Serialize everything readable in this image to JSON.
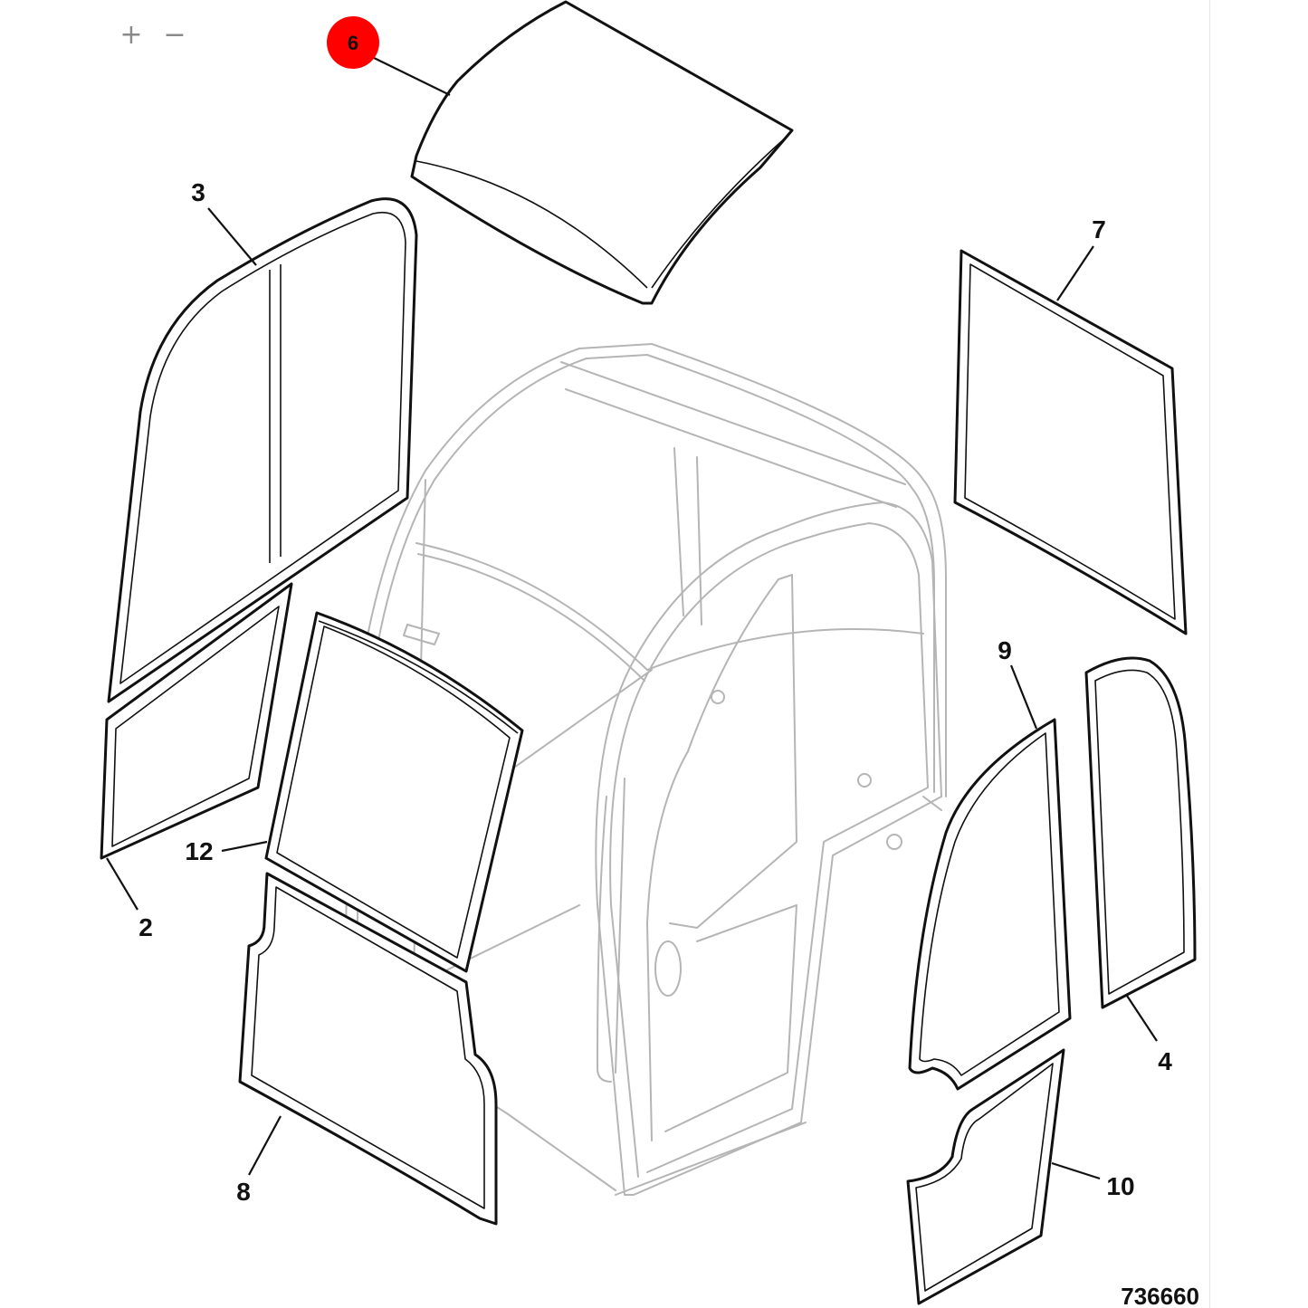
{
  "toolbar": {
    "zoom_in": "+",
    "zoom_out": "−"
  },
  "callouts": {
    "c6": "6",
    "c3": "3",
    "c7": "7",
    "c9": "9",
    "c12": "12",
    "c2": "2",
    "c4": "4",
    "c8": "8",
    "c10": "10"
  },
  "drawing_number": "736660",
  "colors": {
    "hotspot_active": "#ff0000",
    "line": "#111111",
    "frame": "#b5b5b5"
  }
}
